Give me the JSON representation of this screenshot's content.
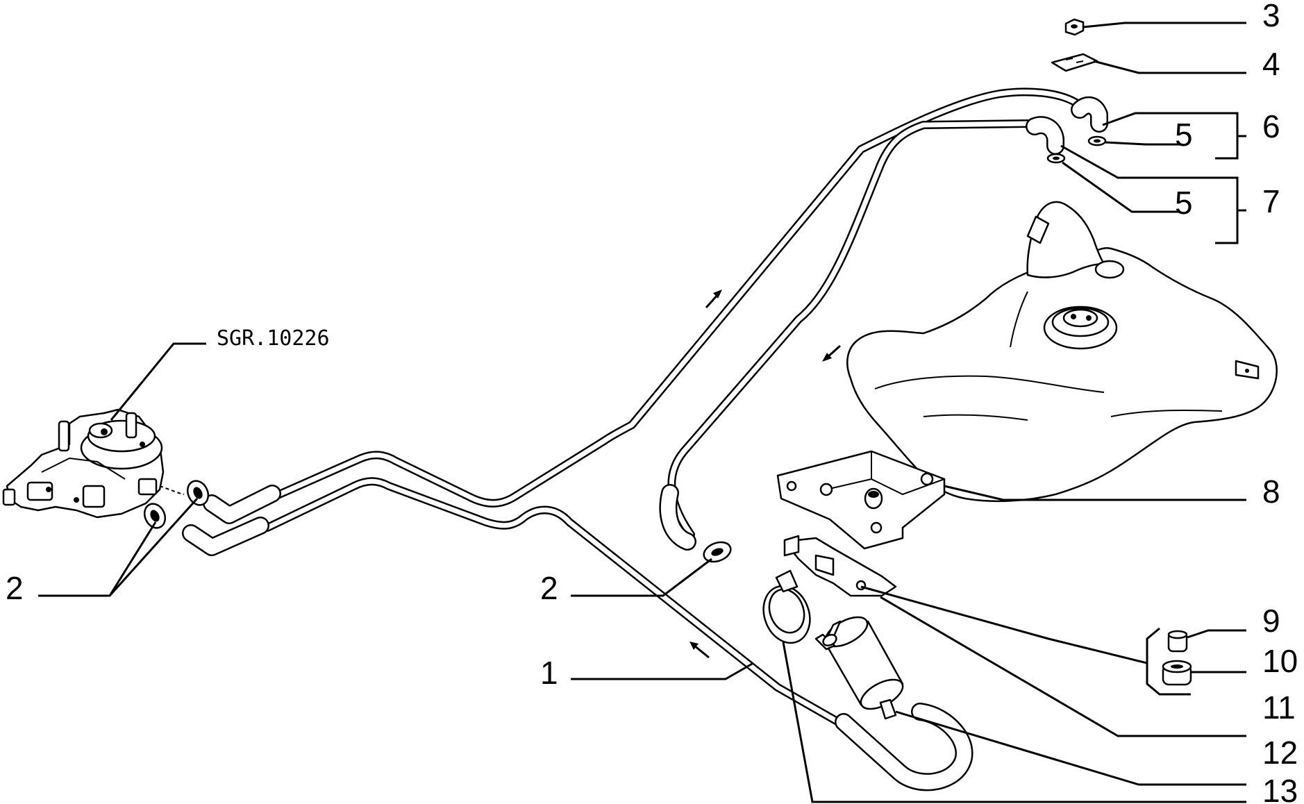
{
  "reference": "SGR.10226",
  "callouts": {
    "c1": "1",
    "c2_left": "2",
    "c2_mid": "2",
    "c3": "3",
    "c4": "4",
    "c5_upper": "5",
    "c5_lower": "5",
    "c6": "6",
    "c7": "7",
    "c8": "8",
    "c9": "9",
    "c10": "10",
    "c11": "11",
    "c12": "12",
    "c13": "13"
  },
  "flow_arrows": [
    "arrow-up-right",
    "arrow-down-left",
    "arrow-up-left"
  ]
}
